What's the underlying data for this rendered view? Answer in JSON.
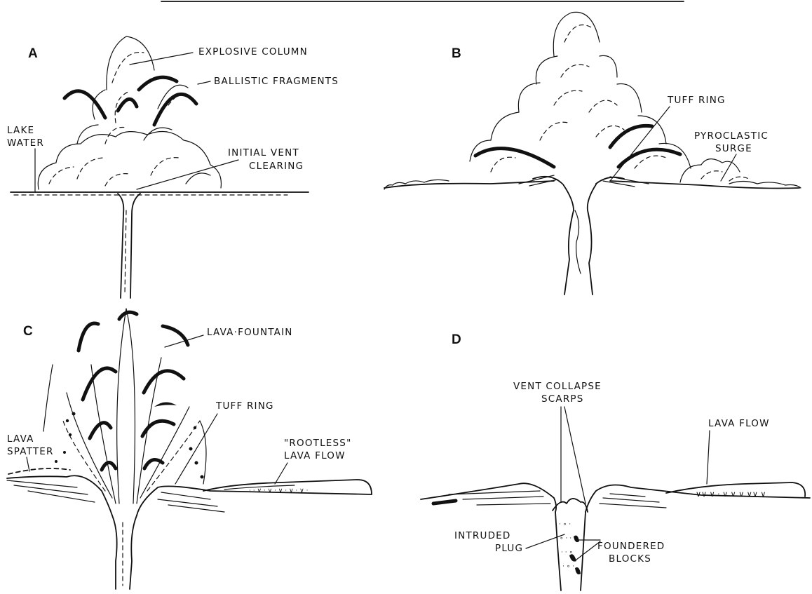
{
  "panels": {
    "a": {
      "letter": "A",
      "labels": {
        "explosive_column": "EXPLOSIVE COLUMN",
        "ballistic_fragments": "BALLISTIC FRAGMENTS",
        "lake_water_1": "LAKE",
        "lake_water_2": "WATER",
        "initial_vent_1": "INITIAL VENT",
        "initial_vent_2": "CLEARING"
      }
    },
    "b": {
      "letter": "B",
      "labels": {
        "tuff_ring": "TUFF RING",
        "pyroclastic_1": "PYROCLASTIC",
        "pyroclastic_2": "SURGE"
      }
    },
    "c": {
      "letter": "C",
      "labels": {
        "lava_fountain": "LAVA·FOUNTAIN",
        "lava_spatter_1": "LAVA",
        "lava_spatter_2": "SPATTER",
        "tuff_ring": "TUFF RING",
        "rootless_1": "\"ROOTLESS\"",
        "rootless_2": "LAVA FLOW"
      }
    },
    "d": {
      "letter": "D",
      "labels": {
        "vent_collapse_1": "VENT COLLAPSE",
        "vent_collapse_2": "SCARPS",
        "lava_flow": "LAVA FLOW",
        "intruded_1": "INTRUDED",
        "intruded_2": "PLUG",
        "foundered_1": "FOUNDERED",
        "foundered_2": "BLOCKS"
      }
    }
  }
}
